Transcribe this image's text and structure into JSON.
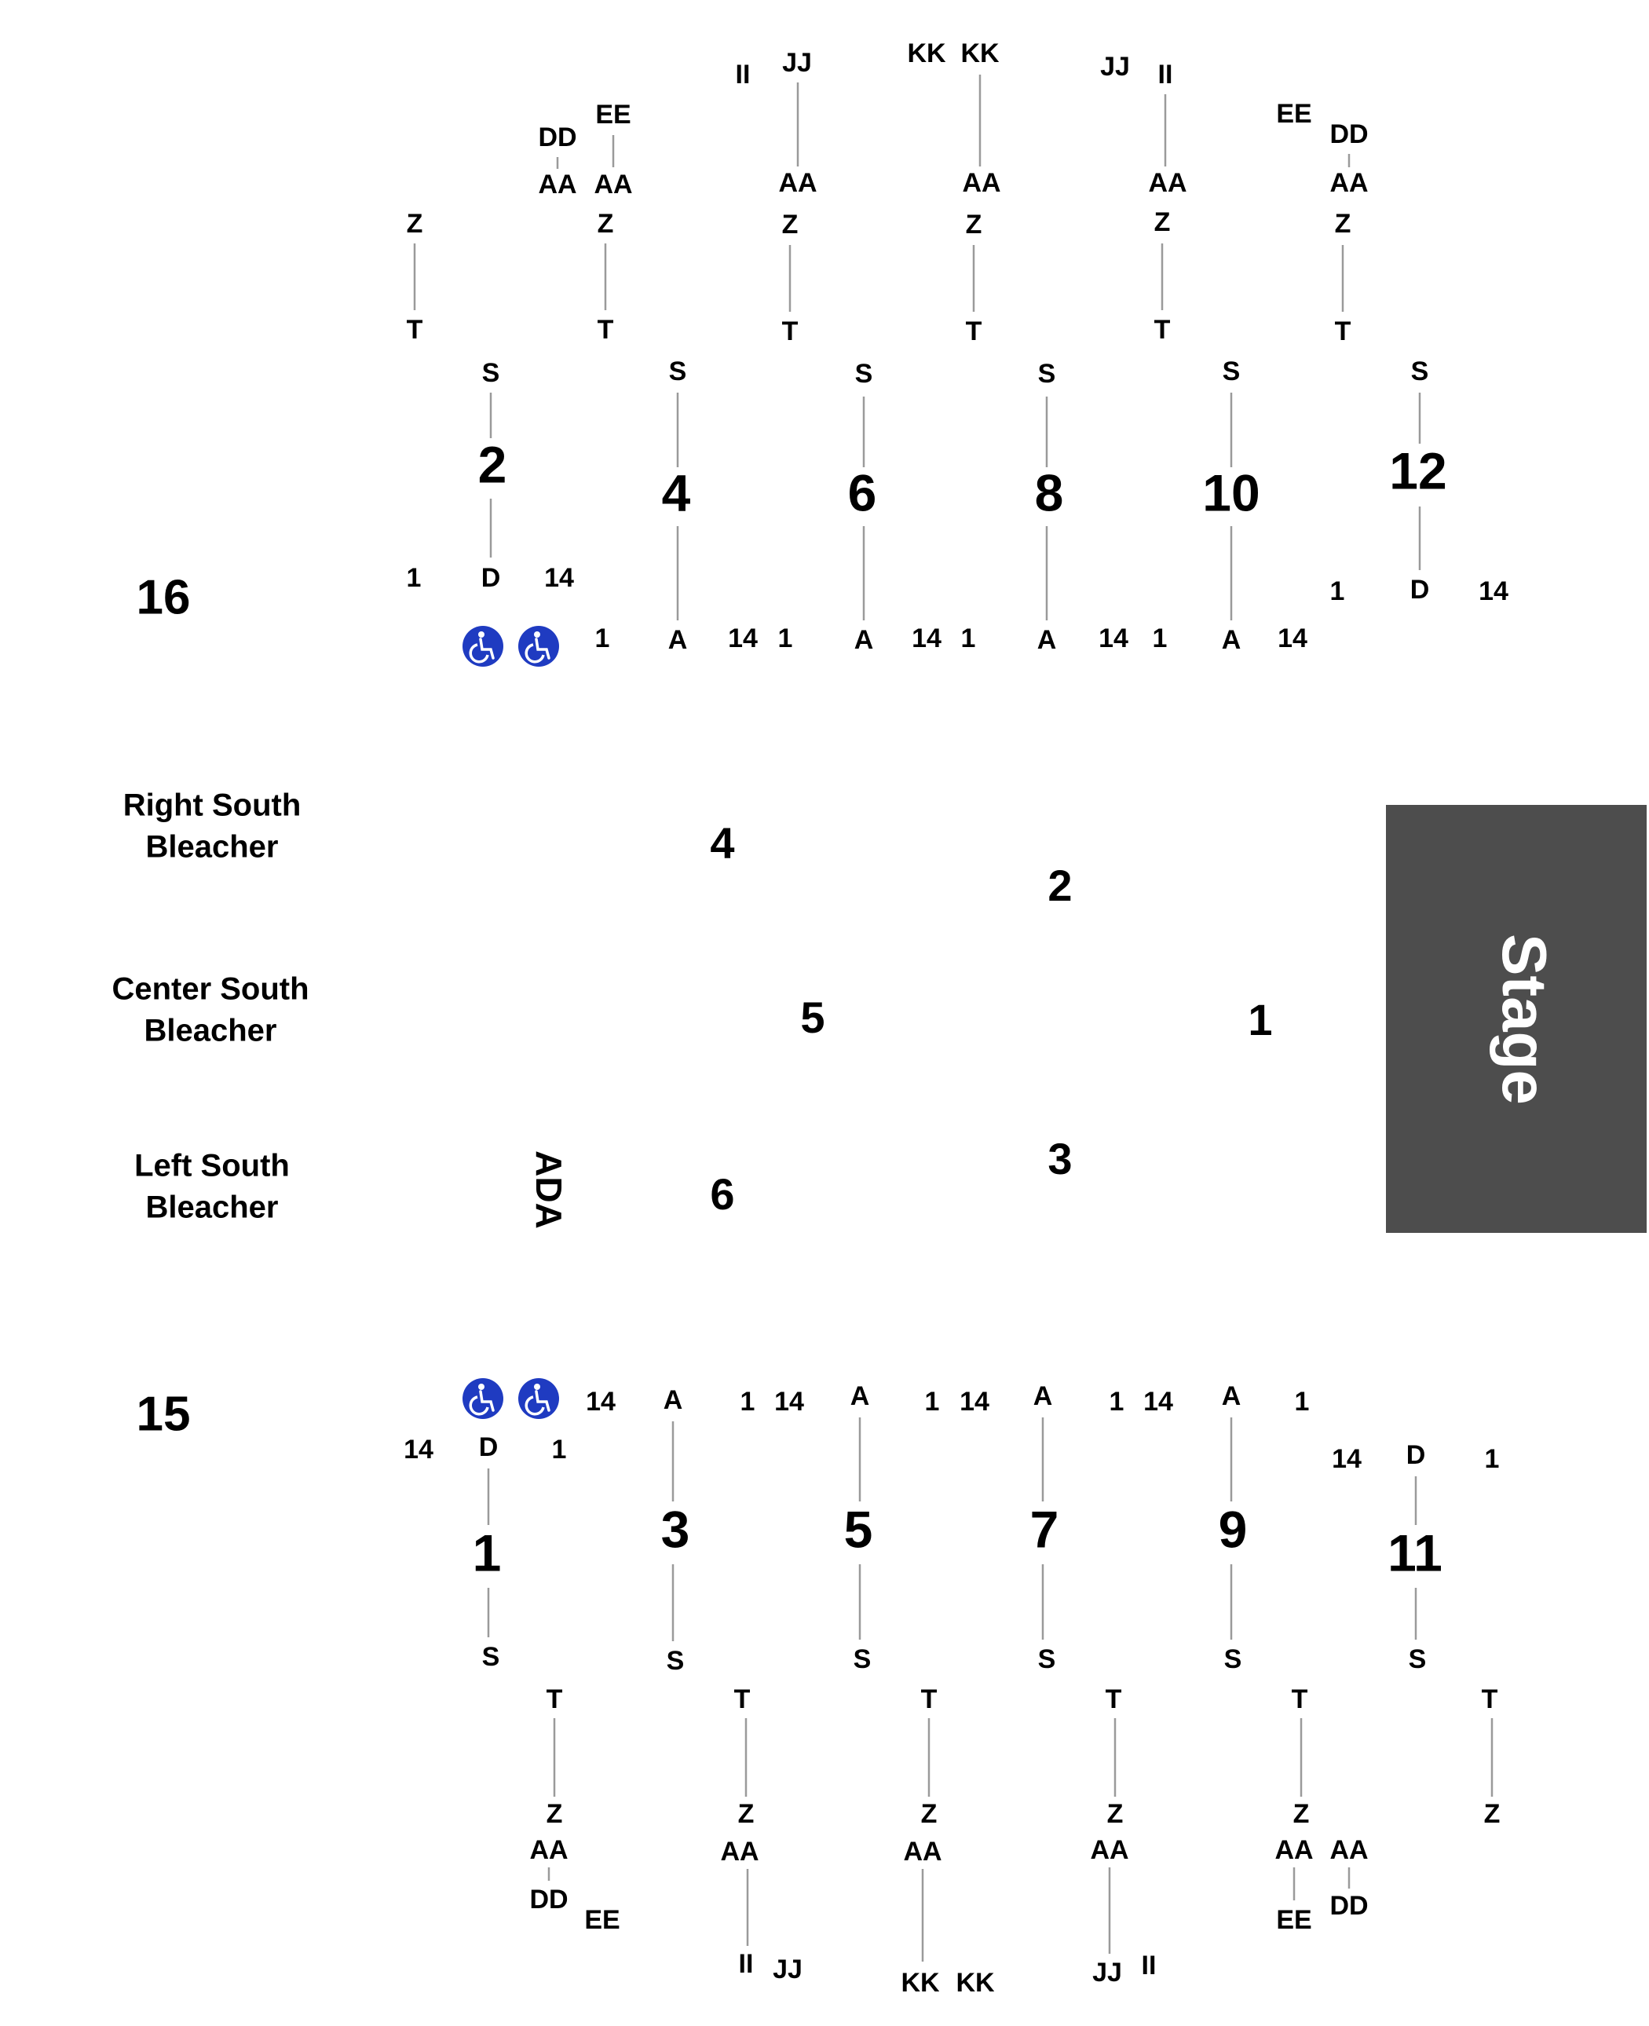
{
  "stage": {
    "label": "Stage",
    "color": "#4d4d4d",
    "text_color": "#ffffff"
  },
  "accessibility_color": "#1f3bc1",
  "accessible_icon": "wheelchair-icon",
  "sections": {
    "s16": "16",
    "s15": "15",
    "ada": "ADA"
  },
  "bleachers": {
    "right_line1": "Right South",
    "right_line2": "Bleacher",
    "center_line1": "Center South",
    "center_line2": "Bleacher",
    "left_line1": "Left South",
    "left_line2": "Bleacher"
  },
  "floor": [
    "4",
    "2",
    "5",
    "1",
    "6",
    "3"
  ],
  "top_blocks": [
    {
      "n": "2",
      "row_first": "S",
      "row_last": "D",
      "seat_left": "1",
      "seat_right": "14"
    },
    {
      "n": "4",
      "row_first": "S",
      "row_last": "A",
      "seat_left": "1",
      "seat_right": "14"
    },
    {
      "n": "6",
      "row_first": "S",
      "row_last": "A",
      "seat_left": "1",
      "seat_right": "14"
    },
    {
      "n": "8",
      "row_first": "S",
      "row_last": "A",
      "seat_left": "1",
      "seat_right": "14"
    },
    {
      "n": "10",
      "row_first": "S",
      "row_last": "A",
      "seat_left": "1",
      "seat_right": "14"
    },
    {
      "n": "12",
      "row_first": "S",
      "row_last": "D",
      "seat_left": "1",
      "seat_right": "14"
    }
  ],
  "bottom_blocks": [
    {
      "n": "1",
      "row_first": "S",
      "row_last": "D",
      "seat_left": "14",
      "seat_right": "1"
    },
    {
      "n": "3",
      "row_first": "S",
      "row_last": "A",
      "seat_left": "14",
      "seat_right": "1"
    },
    {
      "n": "5",
      "row_first": "S",
      "row_last": "A",
      "seat_left": "14",
      "seat_right": "1"
    },
    {
      "n": "7",
      "row_first": "S",
      "row_last": "A",
      "seat_left": "14",
      "seat_right": "1"
    },
    {
      "n": "9",
      "row_first": "S",
      "row_last": "A",
      "seat_left": "14",
      "seat_right": "1"
    },
    {
      "n": "11",
      "row_first": "S",
      "row_last": "D",
      "seat_left": "14",
      "seat_right": "1"
    }
  ],
  "top_upper_rows": {
    "t": "T",
    "z": "Z",
    "aa": "AA",
    "dd": "DD",
    "ee": "EE",
    "ii": "II",
    "jj": "JJ",
    "kk": "KK"
  },
  "bottom_upper_rows": {
    "t": "T",
    "z": "Z",
    "aa": "AA",
    "dd": "DD",
    "ee": "EE",
    "ii": "II",
    "jj": "JJ",
    "kk": "KK"
  }
}
